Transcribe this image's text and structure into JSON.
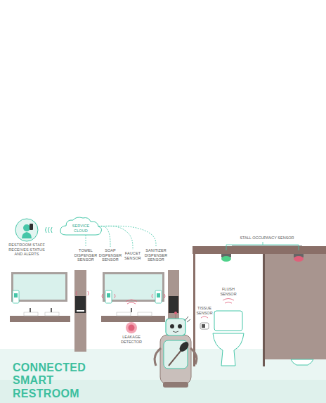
{
  "diagram": {
    "title": "CONNECTED SMART RESTROOM",
    "nodes": [
      {
        "text": [
          "RESTROOM STAFF RECEIVES STATUS AND ALERTS"
        ]
      },
      {
        "text": [
          "SERVICE CLOUD"
        ]
      },
      {
        "text": [
          "TOWEL DISPENSER SENSOR"
        ]
      },
      {
        "text": [
          "SOAP DISPENSER SENSOR"
        ]
      },
      {
        "text": [
          "FAUCET SENSOR"
        ]
      },
      {
        "text": [
          "SANITIZER DISPENSER SENSOR"
        ]
      }
    ],
    "edges": [
      {
        "from": 1,
        "to": 2,
        "arrow": "none"
      },
      {
        "from": 1,
        "to": 3,
        "arrow": "none"
      },
      {
        "from": 1,
        "to": 4,
        "arrow": "none"
      },
      {
        "from": 1,
        "to": 5,
        "arrow": "none"
      }
    ],
    "labels": [
      "STALL OCCUPANCY SENSOR",
      "TISSUE SENSOR",
      "FLUSH SENSOR",
      "LEAKAGE DETECTOR"
    ]
  }
}
